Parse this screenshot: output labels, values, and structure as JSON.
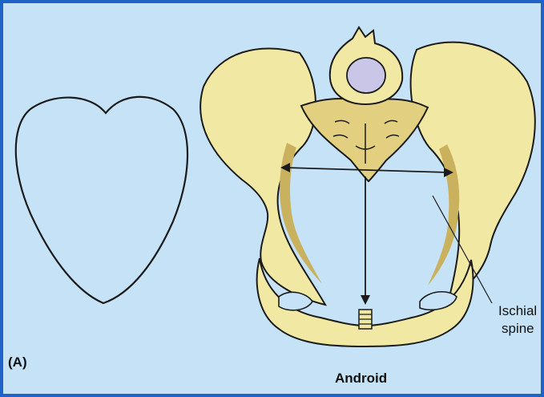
{
  "figure": {
    "panel_label": "(A)",
    "caption": "Android",
    "callout_line1": "Ischial",
    "callout_line2": "spine"
  },
  "colors": {
    "background": "#c5e2f6",
    "frame": "#1f62c8",
    "bone": "#f1e8a4",
    "bone_shadow": "#c9b15e",
    "outline": "#1b1b1b",
    "disc": "#c9c6e8"
  }
}
